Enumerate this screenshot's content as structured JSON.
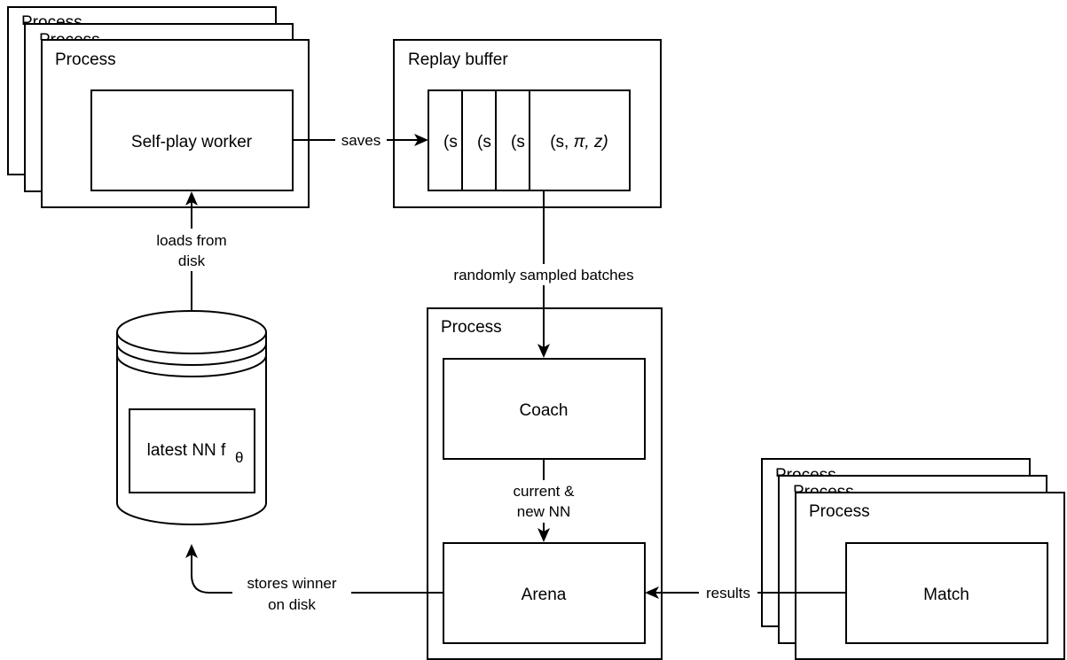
{
  "labels": {
    "process": "Process",
    "self_play_worker": "Self-play worker",
    "replay_buffer": "Replay buffer",
    "buffer_cells": [
      "(s",
      "(s",
      "(s",
      "(s, π, z)"
    ],
    "buffer_last_prefix": "(s, ",
    "buffer_last_italic": "π, z)",
    "coach": "Coach",
    "arena": "Arena",
    "match": "Match",
    "nn_main": "latest NN f",
    "nn_sub": "θ"
  },
  "edges": {
    "saves": "saves",
    "loads_line1": "loads from",
    "loads_line2": "disk",
    "sampled": "randomly sampled batches",
    "current_line1": "current &",
    "current_line2": "new NN",
    "stores_line1": "stores winner",
    "stores_line2": "on disk",
    "results": "results"
  },
  "colors": {
    "stroke": "#000000",
    "fill": "#ffffff"
  }
}
